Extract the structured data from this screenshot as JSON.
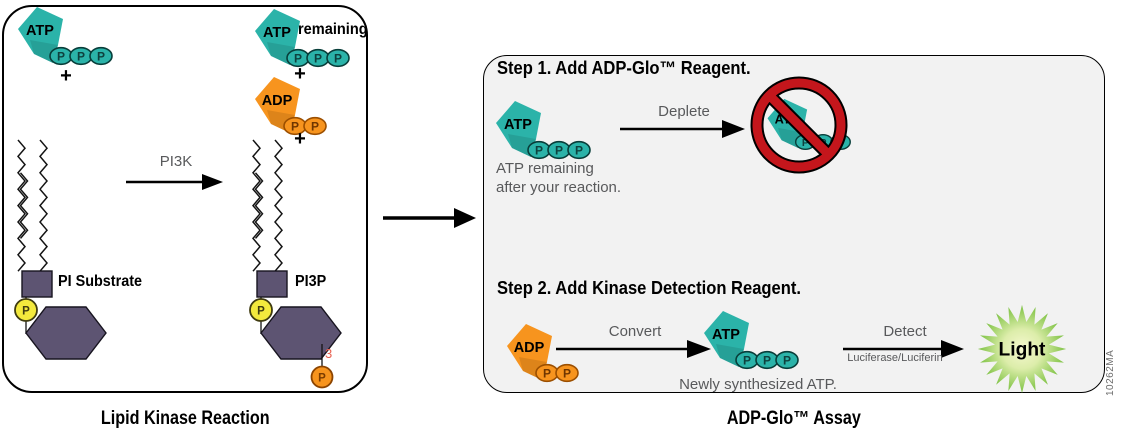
{
  "labels": {
    "p": "P",
    "plus": "+"
  },
  "left_panel": {
    "caption": "Lipid Kinase Reaction",
    "atp_start": {
      "name": "ATP"
    },
    "atp_remaining": {
      "name": "ATP",
      "suffix": "remaining"
    },
    "adp": {
      "name": "ADP"
    },
    "enzyme_arrow_label": "PI3K",
    "substrate_label": "PI Substrate",
    "product_label": "PI3P",
    "product_position": "3"
  },
  "right_panel": {
    "step1": {
      "heading": "Step 1. Add ADP-Glo™ Reagent.",
      "molecule": "ATP",
      "desc_line1": "ATP remaining",
      "desc_line2": "after your reaction.",
      "arrow_label": "Deplete",
      "banned_molecule": "ATP"
    },
    "step2": {
      "heading": "Step 2. Add Kinase Detection Reagent.",
      "adp": "ADP",
      "convert_arrow_label": "Convert",
      "atp": "ATP",
      "newly_label": "Newly synthesized ATP.",
      "detect_arrow_label": "Detect",
      "detect_sublabel": "Luciferase/Luciferin",
      "light_label": "Light"
    },
    "caption": "ADP-Glo™ Assay"
  },
  "watermark": "10262MA",
  "colors": {
    "teal": "#2bb3a9",
    "orange": "#f7941e",
    "purple": "#5d5472",
    "yellow": "#f3e93d",
    "red": "#c4161c",
    "green": "#7cc142",
    "gray_text": "#58595b",
    "panel_bg": "#f2f2f2"
  }
}
